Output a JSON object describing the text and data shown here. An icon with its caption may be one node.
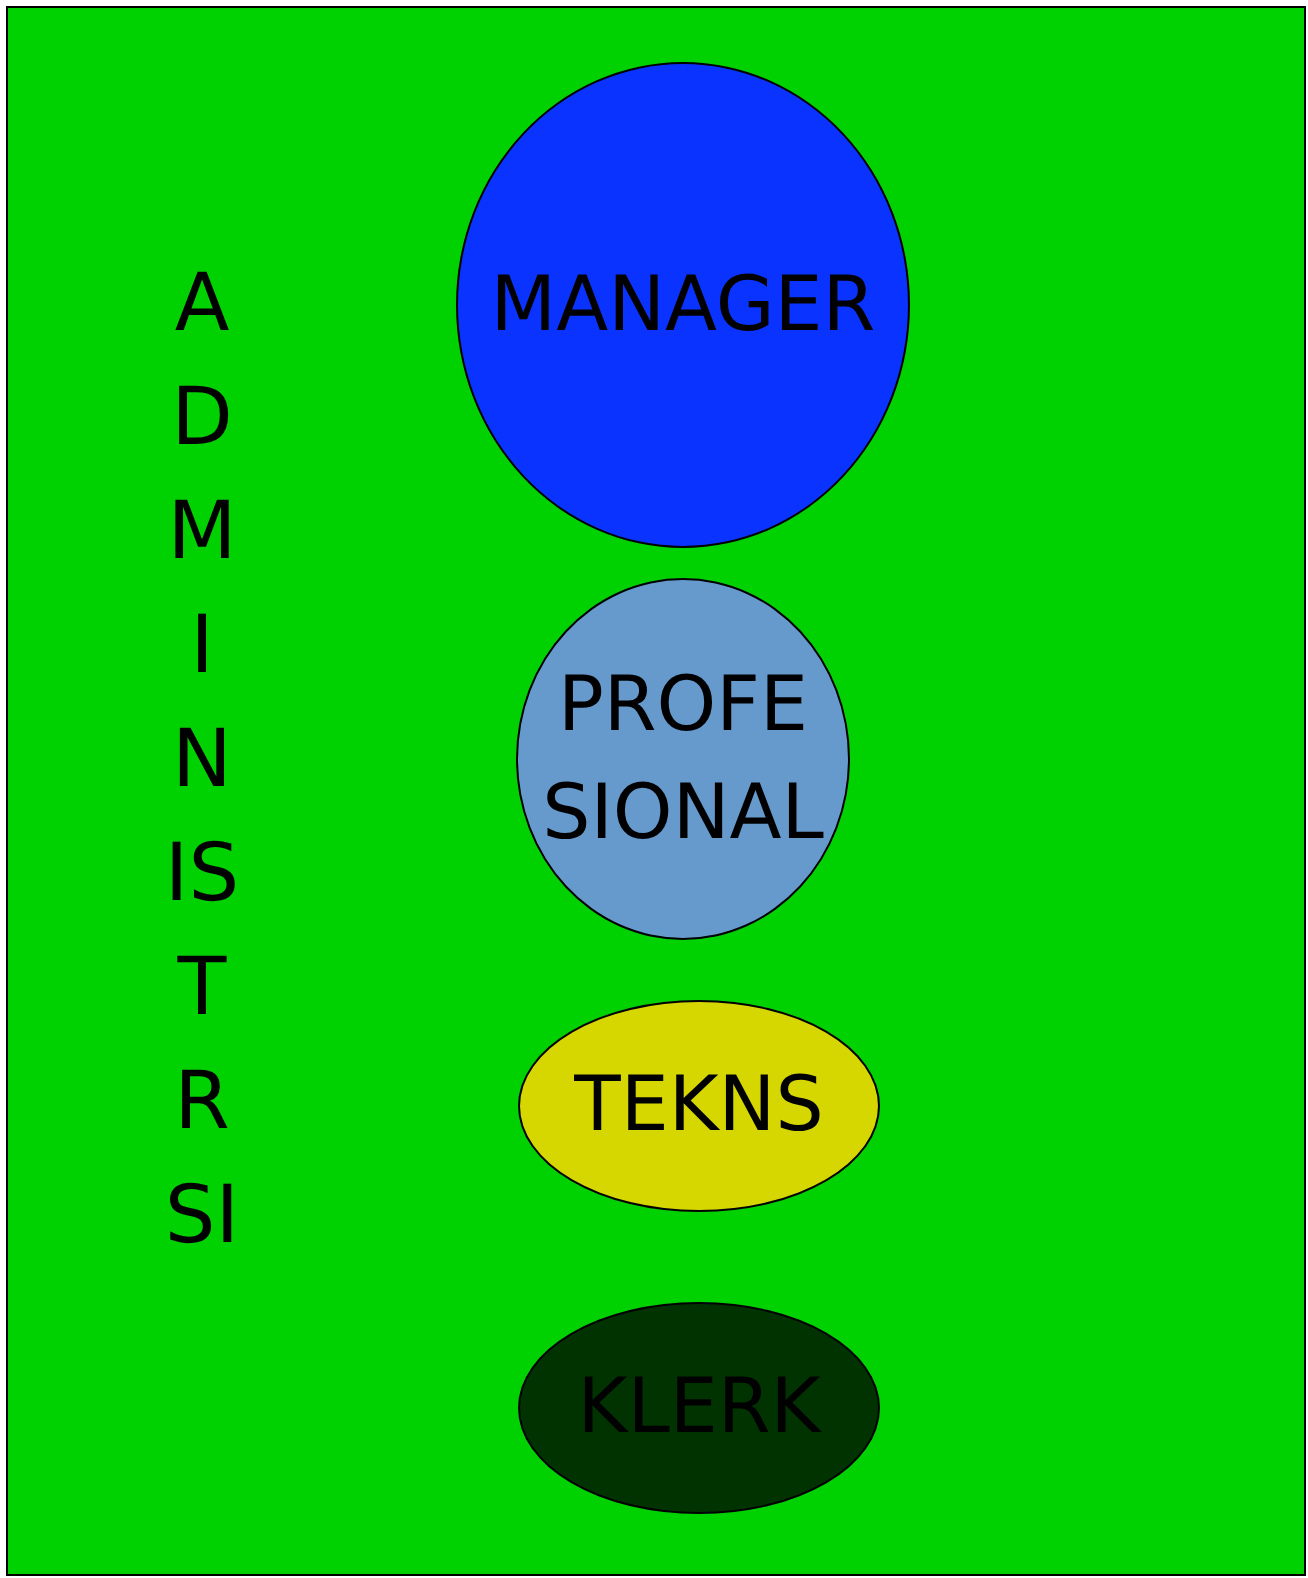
{
  "diagram": {
    "nodes": [
      {
        "text": [
          "ADMINISTRSI"
        ]
      },
      {
        "text": [
          "MANAGER"
        ],
        "in": 0
      },
      {
        "text": [
          "PROFE SIONAL"
        ],
        "in": 0
      },
      {
        "text": [
          "TEKNS"
        ],
        "in": 0
      },
      {
        "text": [
          "KLERK"
        ],
        "in": 0
      }
    ]
  }
}
